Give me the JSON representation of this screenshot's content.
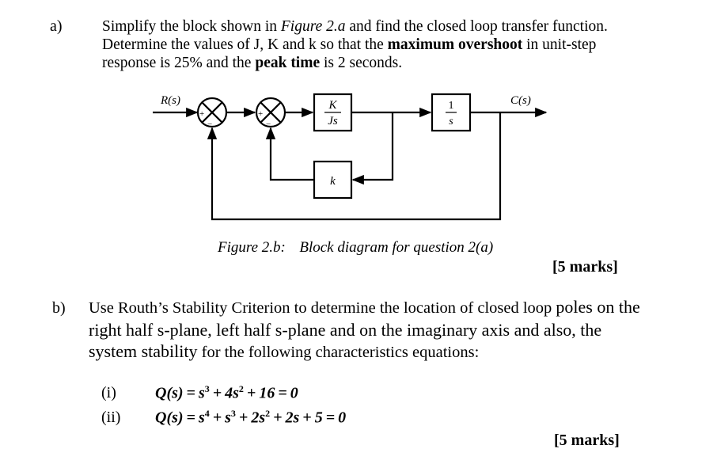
{
  "part_a": {
    "label": "a)",
    "line1": {
      "pre": "Simplify the block shown in ",
      "fig": "Figure 2.a",
      "post": " and find the closed loop transfer function."
    },
    "line2": {
      "pre": "Determine the values of J, K and k so that the ",
      "bold": "maximum overshoot",
      "post": " in unit-step"
    },
    "line3": {
      "pre": "response is 25% and the ",
      "bold": "peak time",
      "post": " is 2 seconds."
    },
    "diagram": {
      "input_label": "R(s)",
      "output_label": "C(s)",
      "plus": "+",
      "minus": "−",
      "block1_num": "K",
      "block1_den": "Js",
      "block2_num": "1",
      "block2_den": "s",
      "feedback_block": "k"
    },
    "caption_label": "Figure 2.b:",
    "caption_text": "Block diagram for question 2(a)",
    "marks": "[5 marks]"
  },
  "part_b": {
    "label": "b)",
    "line1": {
      "pre": "Use Routh’s Stability Criterion to determine the location of closed loop ",
      "big": "poles on the"
    },
    "line2": "right half s-plane, left half s-plane and on the imaginary axis and also, the",
    "line3": {
      "big": "system stability",
      "post": " for the following characteristics equations:"
    },
    "items": [
      {
        "label": "(i)"
      },
      {
        "label": "(ii)"
      }
    ],
    "marks": "[5 marks]"
  }
}
